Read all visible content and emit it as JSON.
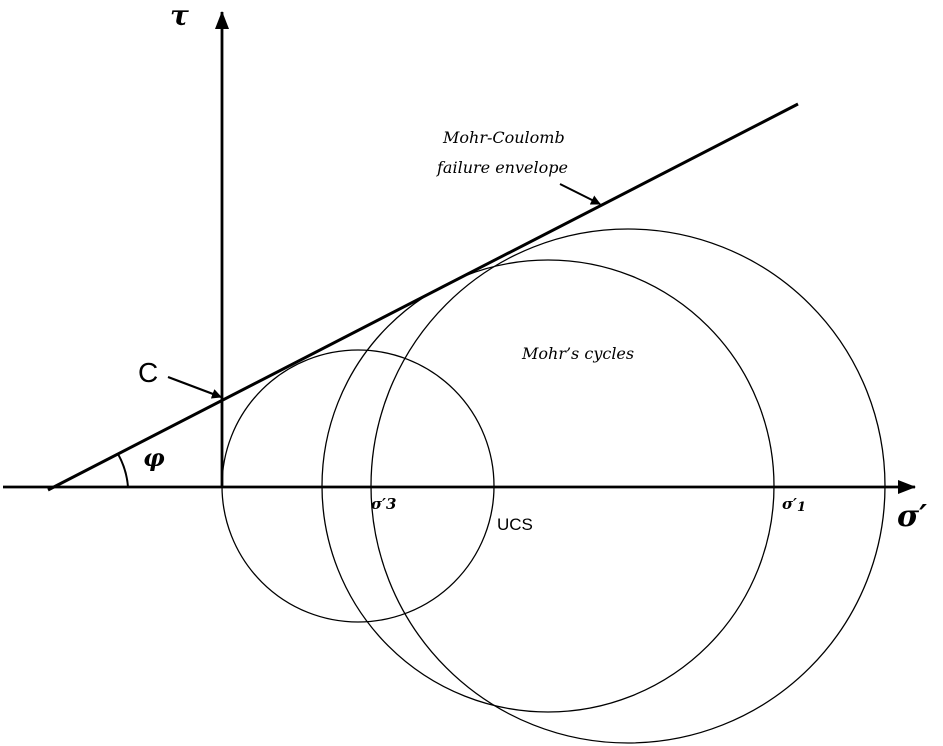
{
  "axes": {
    "tau_label": "τ",
    "sigma_label": "σ′"
  },
  "labels": {
    "cohesion": "C",
    "friction_angle": "φ",
    "envelope_line1": "Mohr-Coulomb",
    "envelope_line2": "failure envelope",
    "circles": "Mohr’s cycles",
    "sigma3": "σ′3",
    "sigma3_base": "σ′",
    "sigma3_sub": "3",
    "ucs": "UCS",
    "sigma1_base": "σ′",
    "sigma1_sub": "1"
  },
  "colors": {
    "ink": "#000000",
    "background": "#ffffff"
  }
}
